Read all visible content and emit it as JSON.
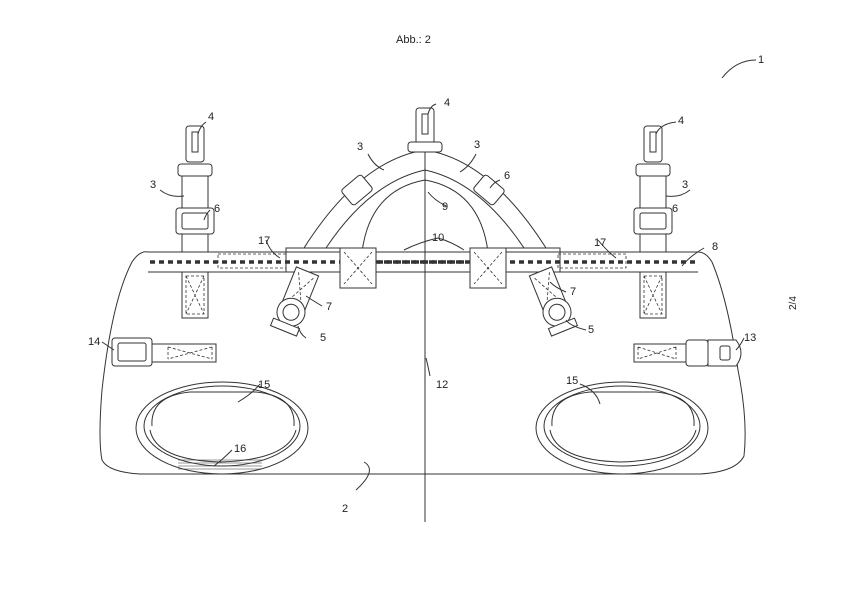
{
  "figure": {
    "title": "Abb.: 2",
    "sheet": "2/4"
  },
  "labels": {
    "l1": "1",
    "l2": "2",
    "l3a": "3",
    "l3b": "3",
    "l3c": "3",
    "l3d": "3",
    "l4a": "4",
    "l4b": "4",
    "l4c": "4",
    "l5a": "5",
    "l5b": "5",
    "l6a": "6",
    "l6b": "6",
    "l6c": "6",
    "l7a": "7",
    "l7b": "7",
    "l8": "8",
    "l9": "9",
    "l10": "10",
    "l12": "12",
    "l13": "13",
    "l14": "14",
    "l15a": "15",
    "l15b": "15",
    "l16": "16",
    "l17a": "17",
    "l17b": "17"
  }
}
